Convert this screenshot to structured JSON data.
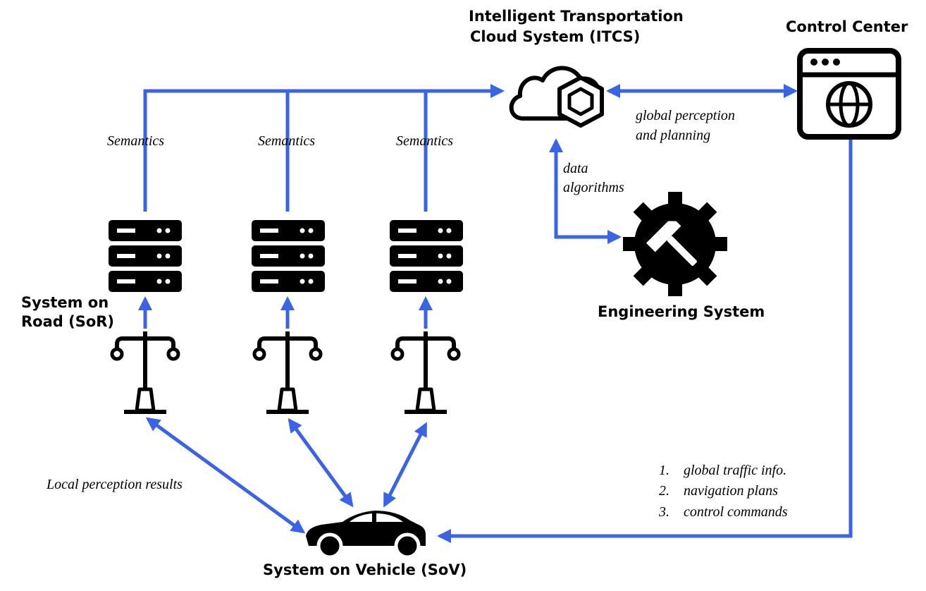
{
  "nodes": {
    "itcs": {
      "title_line1": "Intelligent Transportation",
      "title_line2": "Cloud System (ITCS)"
    },
    "control_center": {
      "title": "Control Center"
    },
    "engineering": {
      "title": "Engineering System"
    },
    "sor": {
      "title_line1": "System on",
      "title_line2": "Road (SoR)"
    },
    "sov": {
      "title": "System on Vehicle (SoV)"
    }
  },
  "edge_labels": {
    "semantics": [
      "Semantics",
      "Semantics",
      "Semantics"
    ],
    "itcs_control": {
      "line1": "global perception",
      "line2": "and planning"
    },
    "itcs_engineering": {
      "line1": "data",
      "line2": "algorithms"
    },
    "road_vehicle": "Local perception results",
    "control_vehicle": [
      {
        "num": "1.",
        "text": "global traffic info."
      },
      {
        "num": "2.",
        "text": "navigation plans"
      },
      {
        "num": "3.",
        "text": "control commands"
      }
    ]
  },
  "colors": {
    "arrow": "#3a63e6",
    "icon": "#000000",
    "background": "#ffffff"
  },
  "icons": [
    "cloud-icon",
    "browser-globe-icon",
    "gear-hammer-icon",
    "server-rack-icon",
    "street-lamp-icon",
    "car-icon"
  ]
}
